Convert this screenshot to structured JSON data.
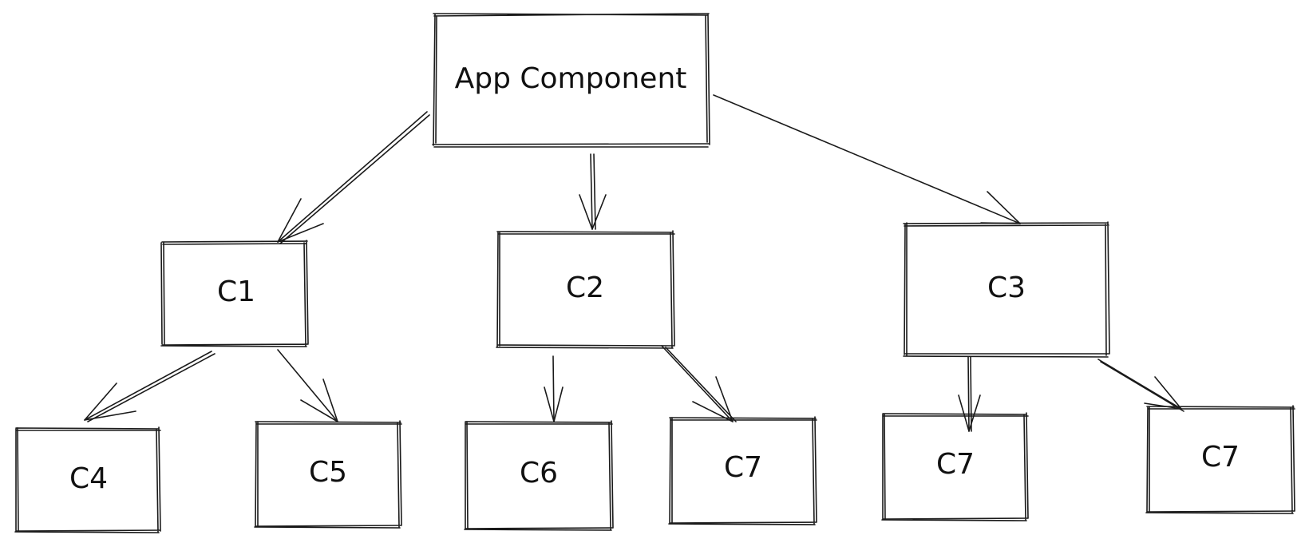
{
  "diagram": {
    "nodes": {
      "app": {
        "label": "App Component"
      },
      "c1": {
        "label": "C1"
      },
      "c2": {
        "label": "C2"
      },
      "c3": {
        "label": "C3"
      },
      "c4": {
        "label": "C4"
      },
      "c5": {
        "label": "C5"
      },
      "c6": {
        "label": "C6"
      },
      "c7a": {
        "label": "C7"
      },
      "c7b": {
        "label": "C7"
      },
      "c7c": {
        "label": "C7"
      }
    },
    "edges": [
      {
        "from": "App Component",
        "to": "C1"
      },
      {
        "from": "App Component",
        "to": "C2"
      },
      {
        "from": "App Component",
        "to": "C3"
      },
      {
        "from": "C1",
        "to": "C4"
      },
      {
        "from": "C1",
        "to": "C5"
      },
      {
        "from": "C2",
        "to": "C6"
      },
      {
        "from": "C2",
        "to": "C7"
      },
      {
        "from": "C3",
        "to": "C7"
      },
      {
        "from": "C3",
        "to": "C7"
      }
    ],
    "stroke_color": "#1a1a1a",
    "background_color": "#ffffff"
  }
}
